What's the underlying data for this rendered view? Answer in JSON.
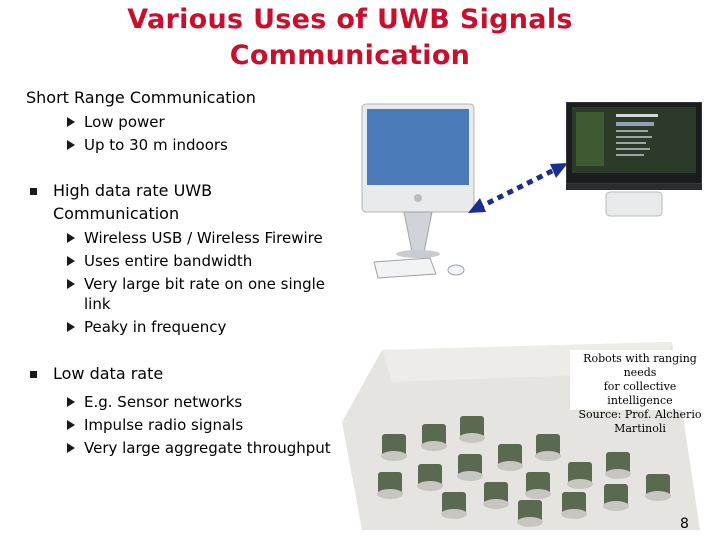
{
  "slide": {
    "title_line1": "Various Uses of UWB Signals",
    "title_line2": "Communication",
    "page_number": "8"
  },
  "sections": [
    {
      "heading": "Short Range Communication",
      "items": [
        "Low power",
        "Up to 30 m indoors"
      ]
    },
    {
      "heading_line1": "High data rate UWB",
      "heading_line2": "Communication",
      "items": [
        "Wireless USB / Wireless Firewire",
        "Uses entire bandwidth",
        "Very large bit rate on one single",
        "link",
        "Peaky in frequency"
      ]
    },
    {
      "heading": "Low data rate",
      "items": [
        "E.g. Sensor networks",
        "Impulse radio signals",
        "Very large aggregate throughput"
      ]
    }
  ],
  "caption": {
    "line1": "Robots with ranging needs",
    "line2": "for collective intelligence",
    "line3": "Source: Prof. Alcherio",
    "line4": "Martinoli"
  },
  "colors": {
    "title": "#c8102e",
    "arrow": "#1a2e8c"
  }
}
